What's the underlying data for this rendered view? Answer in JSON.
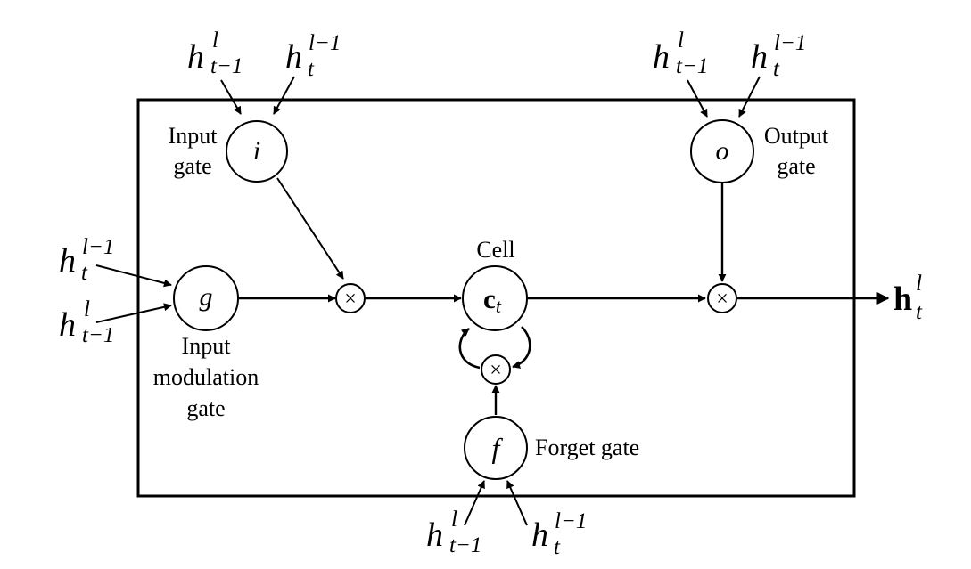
{
  "labels": {
    "input_gate_line1": "Input",
    "input_gate_line2": "gate",
    "output_gate_line1": "Output",
    "output_gate_line2": "gate",
    "cell": "Cell",
    "input_mod_line1": "Input",
    "input_mod_line2": "modulation",
    "input_mod_line3": "gate",
    "forget_gate": "Forget gate"
  },
  "nodes": {
    "i": "i",
    "o": "o",
    "g": "g",
    "f": "f",
    "cell_base": "c",
    "cell_sub": "t",
    "multiply": "×"
  },
  "inputs": {
    "h": "h",
    "sup_l": "l",
    "sup_lm1": "l−1",
    "sub_t": "t",
    "sub_tm1": "t−1"
  },
  "output": {
    "base": "h",
    "sup": "l",
    "sub": "t"
  }
}
